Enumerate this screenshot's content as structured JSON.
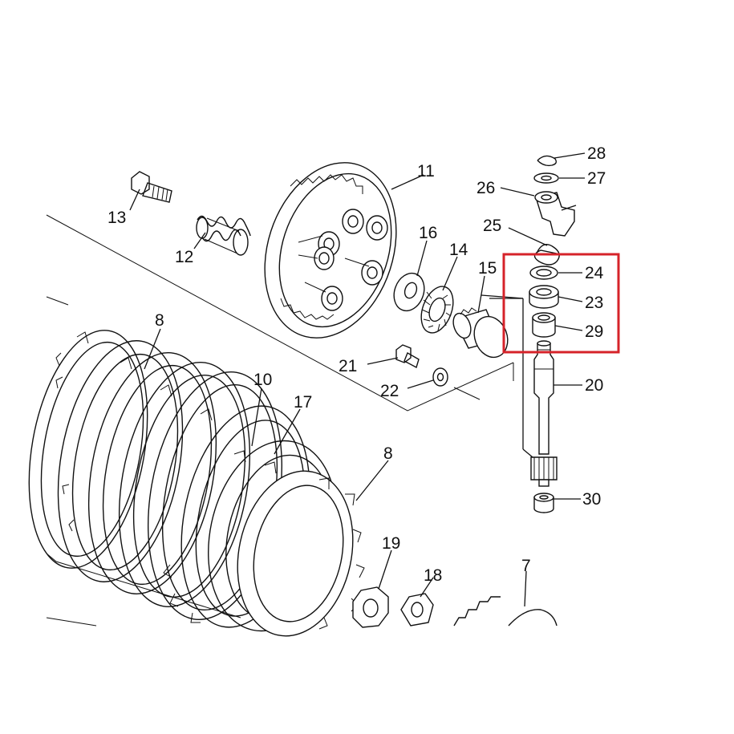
{
  "parts": [
    {
      "id": "p7",
      "number": "7"
    },
    {
      "id": "p8a",
      "number": "8"
    },
    {
      "id": "p8b",
      "number": "8"
    },
    {
      "id": "p10",
      "number": "10"
    },
    {
      "id": "p11",
      "number": "11"
    },
    {
      "id": "p12",
      "number": "12"
    },
    {
      "id": "p13",
      "number": "13"
    },
    {
      "id": "p14",
      "number": "14"
    },
    {
      "id": "p15",
      "number": "15"
    },
    {
      "id": "p16",
      "number": "16"
    },
    {
      "id": "p17",
      "number": "17"
    },
    {
      "id": "p18",
      "number": "18"
    },
    {
      "id": "p19",
      "number": "19"
    },
    {
      "id": "p20",
      "number": "20"
    },
    {
      "id": "p21",
      "number": "21"
    },
    {
      "id": "p22",
      "number": "22"
    },
    {
      "id": "p23",
      "number": "23"
    },
    {
      "id": "p24",
      "number": "24"
    },
    {
      "id": "p25",
      "number": "25"
    },
    {
      "id": "p26",
      "number": "26"
    },
    {
      "id": "p27",
      "number": "27"
    },
    {
      "id": "p28",
      "number": "28"
    },
    {
      "id": "p29",
      "number": "29"
    },
    {
      "id": "p30",
      "number": "30"
    }
  ],
  "highlight": {
    "color": "#d6232a",
    "parts": [
      "24",
      "23",
      "29"
    ]
  },
  "colors": {
    "line": "#111111",
    "background": "#ffffff"
  }
}
